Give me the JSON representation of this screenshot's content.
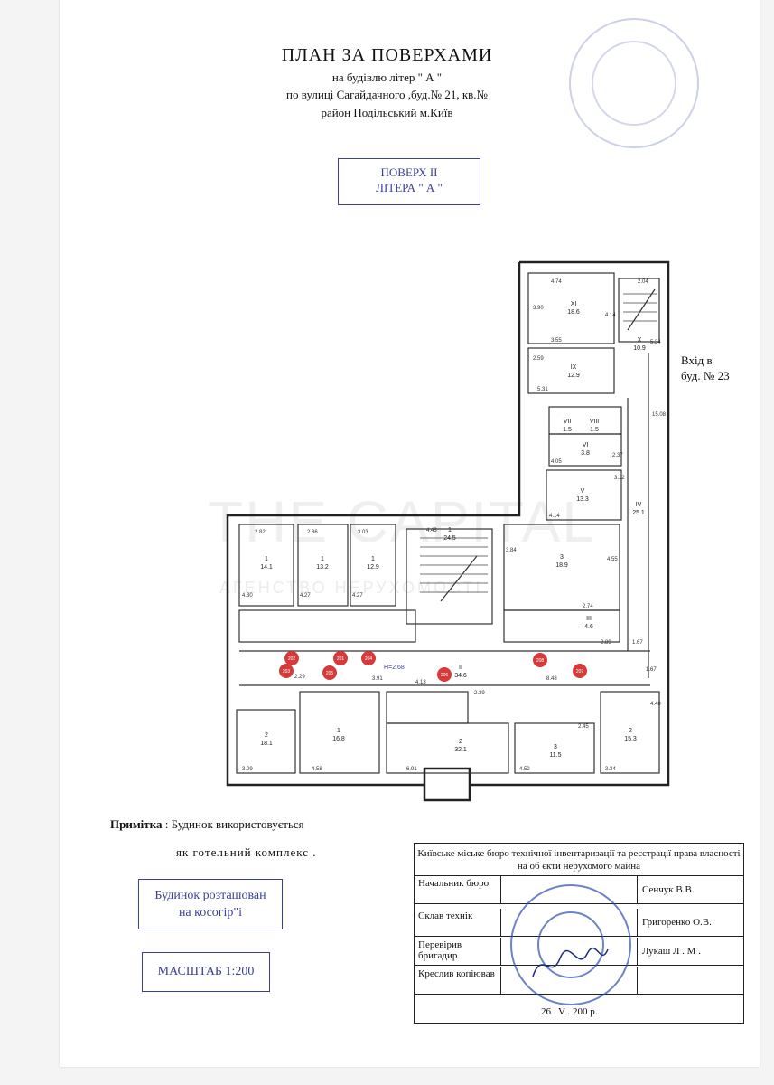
{
  "header": {
    "title": "ПЛАН ЗА ПОВЕРХАМИ",
    "line1": "на будівлю літер \" А \"",
    "line2": "по вулиці  Сагайдачного  ,буд.№ 21, кв.№",
    "line3": "район  Подільський  м.Київ"
  },
  "floor_box": {
    "line1": "ПОВЕРХ II",
    "line2": "ЛІТЕРА \" А \""
  },
  "entry_label": {
    "line1": "Вхід в",
    "line2": "буд. № 23"
  },
  "note": {
    "label": "Примітка",
    "text": " : Будинок використовується",
    "text2": "як  готельний  комплекс ."
  },
  "location_box": {
    "line1": "Будинок розташован",
    "line2": "на косогір\"і"
  },
  "scale_box": {
    "text": "МАСШТАБ 1:200"
  },
  "watermark": {
    "text": "THE CAPITAL",
    "sub": "АГЕНСТВО НЕРУХОМОСТІ"
  },
  "stamp_table": {
    "header": "Київське міське бюро технічної інвентаризації та реєстрації права власності на об єкти нерухомого майна",
    "rows": [
      {
        "label": "Начальник бюро",
        "name": "Сенчук В.В."
      },
      {
        "label": "Склав технік",
        "name": "Григоренко О.В."
      },
      {
        "label": "Перевірив бригадир",
        "name": "Лукаш Л . М ."
      },
      {
        "label": "Креслив копіював",
        "name": ""
      }
    ],
    "date": "26 . V . 200 р."
  },
  "colors": {
    "ink": "#111111",
    "stamp_blue": "#3b3f9a",
    "seal_blue": "#2e4fb0",
    "marker_red": "#d63b3b"
  },
  "plan": {
    "rooms": [
      {
        "num": "XI",
        "area": "18.6"
      },
      {
        "num": "X",
        "area": "10.9"
      },
      {
        "num": "IX",
        "area": "12.9"
      },
      {
        "num": "VII",
        "area": "1.5"
      },
      {
        "num": "VIII",
        "area": "1.5"
      },
      {
        "num": "VI",
        "area": "3.8"
      },
      {
        "num": "V",
        "area": "13.3"
      },
      {
        "num": "IV",
        "area": "25.1"
      },
      {
        "num": "1",
        "area": "24.5"
      },
      {
        "num": "3",
        "area": "18.9"
      },
      {
        "num": "1",
        "area": "14.1"
      },
      {
        "num": "1",
        "area": "13.2"
      },
      {
        "num": "1",
        "area": "12.9"
      },
      {
        "num": "II",
        "area": "34.6"
      },
      {
        "num": "2",
        "area": "18.1"
      },
      {
        "num": "1",
        "area": "16.8"
      },
      {
        "num": "2",
        "area": "32.1"
      },
      {
        "num": "3",
        "area": "11.5"
      },
      {
        "num": "2",
        "area": "15.3"
      },
      {
        "num": "III",
        "area": "4.6"
      }
    ],
    "markers": [
      "202",
      "203",
      "201",
      "204",
      "205",
      "206",
      "208",
      "207"
    ],
    "height_label": "H=2.68",
    "dims": [
      "4.74",
      "2.04",
      "3.90",
      "4.14",
      "3.55",
      "5.34",
      "2.59",
      "5.31",
      "15.08",
      "4.05",
      "2.37",
      "3.12",
      "4.14",
      "2.82",
      "2.86",
      "3.03",
      "4.43",
      "3.84",
      "4.55",
      "4.30",
      "4.27",
      "4.27",
      "2.74",
      "2.89",
      "1.67",
      "3.91",
      "2.29",
      "4.13",
      "2.39",
      "8.48",
      "1.67",
      "3.09",
      "4.58",
      "6.91",
      "4.52",
      "3.34",
      "4.48",
      "2.45"
    ]
  }
}
